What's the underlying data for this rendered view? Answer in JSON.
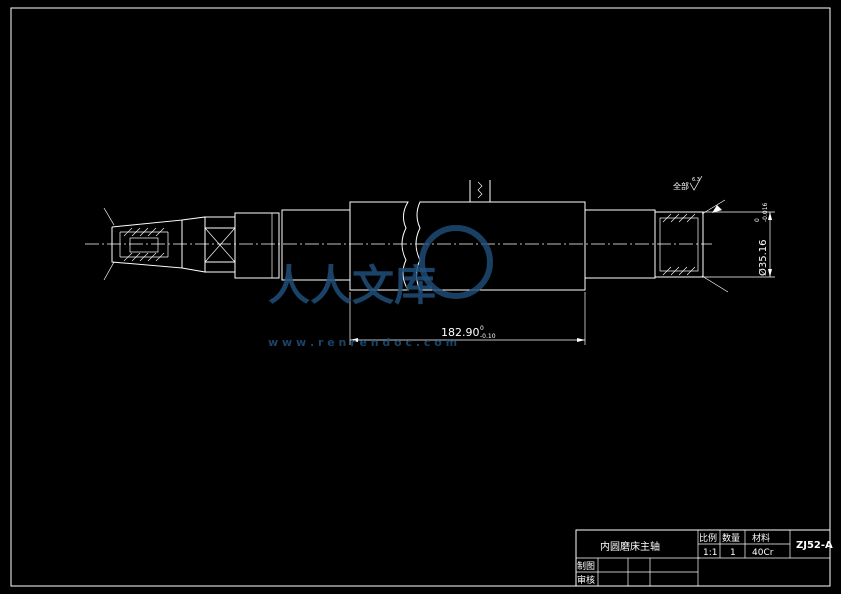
{
  "drawing": {
    "overall_length_dim": "182.90",
    "overall_length_tol_upper": "0",
    "overall_length_tol_lower": "-0.10",
    "diameter_dim": "Ø35.16",
    "diameter_tol_upper": "0",
    "diameter_tol_lower": "-0.016",
    "surface_finish_note": "全部",
    "surface_finish_value": "6.3"
  },
  "title_block": {
    "part_name": "内圆磨床主轴",
    "scale_label": "比例",
    "qty_label": "数量",
    "material_label": "材料",
    "drawing_no": "ZJ52-A",
    "scale_value": "1:1",
    "qty_value": "1",
    "material_value": "40Cr",
    "drawn_label": "制图",
    "checked_label": "审核"
  },
  "watermark": {
    "text": "人人文库",
    "url": "w w w . r e n r e n d o c . c o m",
    "brand_color": "#1f4f7a"
  }
}
